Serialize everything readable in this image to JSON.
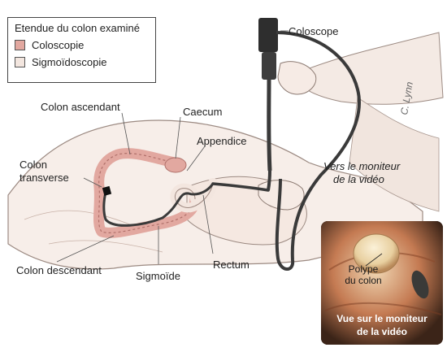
{
  "legend": {
    "title": "Etendue du colon examiné",
    "items": [
      {
        "label": "Coloscopie",
        "color": "#e2a8a0"
      },
      {
        "label": "Sigmoïdoscopie",
        "color": "#f3e6df"
      }
    ]
  },
  "labels": {
    "coloscope": "Coloscope",
    "colon_ascendant": "Colon ascendant",
    "caecum": "Caecum",
    "appendice": "Appendice",
    "colon_transverse_1": "Colon",
    "colon_transverse_2": "transverse",
    "vers_moniteur_1": "Vers le moniteur",
    "vers_moniteur_2": "de la vidéo",
    "colon_descendant": "Colon descendant",
    "sigmoide": "Sigmoïde",
    "rectum": "Rectum",
    "signature": "C. Lynn"
  },
  "inset": {
    "polype_1": "Polype",
    "polype_2": "du colon",
    "vue_1": "Vue sur le moniteur",
    "vue_2": "de la vidéo"
  },
  "colors": {
    "colon_fill": "#e2a8a0",
    "colon_stroke": "#b0706a",
    "skin": "#f3e6df",
    "scope": "#3a3a3a"
  }
}
